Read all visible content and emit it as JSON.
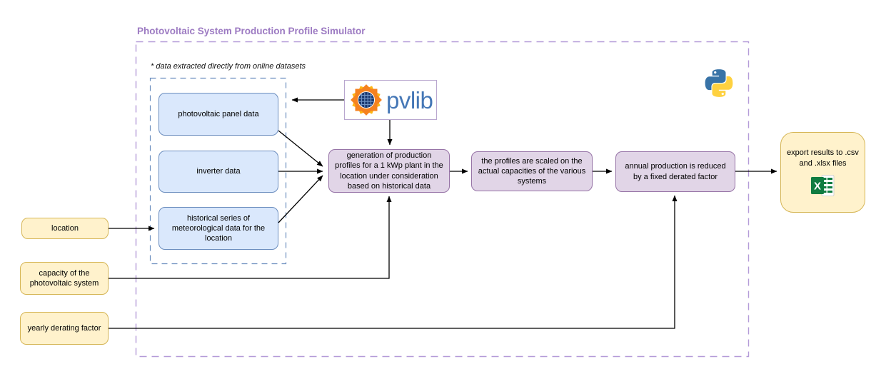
{
  "diagram": {
    "title": "Photovoltaic System Production Profile Simulator",
    "annotation": "* data extracted directly from online datasets"
  },
  "inputs": [
    {
      "label": "location"
    },
    {
      "label": "capacity of the photovoltaic system"
    },
    {
      "label": "yearly derating factor"
    }
  ],
  "datasets": [
    {
      "label": "photovoltaic panel data"
    },
    {
      "label": "inverter data"
    },
    {
      "label": "historical series of meteorological data for the location"
    }
  ],
  "steps": [
    {
      "label": "generation of production profiles for a 1 kWp plant in the location under consideration based on historical data"
    },
    {
      "label": "the profiles are scaled on the actual capacities of the various systems"
    },
    {
      "label": "annual production is reduced by a fixed derated factor"
    }
  ],
  "output": {
    "label": "export results to .csv and .xlsx files"
  },
  "logos": {
    "pvlib_wordmark": "pvlib",
    "pvlib_icon": "solar-panel-sun",
    "python_icon": "python-snakes",
    "excel_icon": "excel-spreadsheet",
    "excel_letter": "X"
  },
  "colors": {
    "title_text": "#9c7ac2",
    "outer_container_border": "#b49bd8",
    "dataset_group_border": "#6c8ebf",
    "dataset_fill": "#dae8fc",
    "dataset_border": "#6c8ebf",
    "process_fill": "#e1d5e7",
    "process_border": "#9673a6",
    "io_fill": "#fff2cc",
    "io_border": "#d6b656",
    "arrow": "#000000",
    "pvlib_blue": "#4577b6",
    "python_blue": "#3873a7",
    "python_yellow": "#fed140",
    "excel_green": "#107c41"
  }
}
